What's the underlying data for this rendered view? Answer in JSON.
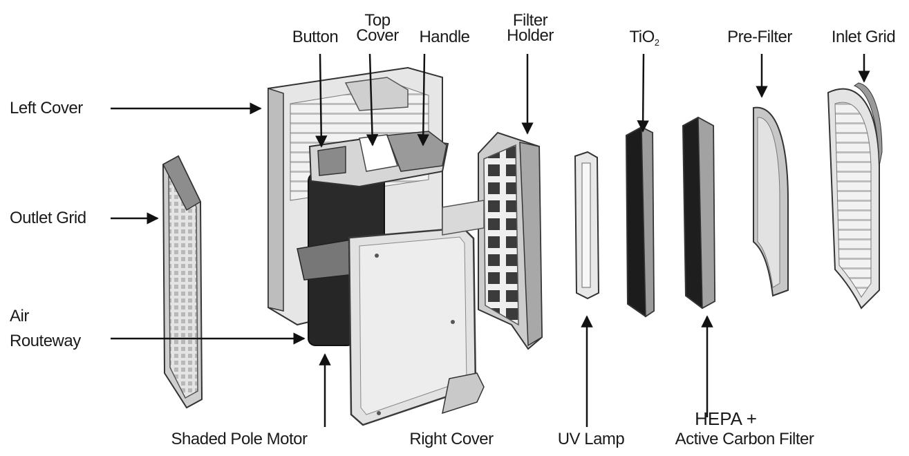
{
  "labels": {
    "button": "Button",
    "top_cover_1": "Top",
    "top_cover_2": "Cover",
    "handle": "Handle",
    "filter_holder_1": "Filter",
    "filter_holder_2": "Holder",
    "tio2_main": "TiO",
    "tio2_sub": "2",
    "pre_filter": "Pre-Filter",
    "inlet_grid": "Inlet Grid",
    "left_cover": "Left Cover",
    "outlet_grid": "Outlet Grid",
    "air_routeway_1": "Air",
    "air_routeway_2": "Routeway",
    "shaded_pole_motor": "Shaded Pole Motor",
    "right_cover": "Right Cover",
    "uv_lamp": "UV Lamp",
    "hepa_1": "HEPA +",
    "hepa_2": "Active Carbon Filter"
  },
  "colors": {
    "line": "#111111",
    "frame": "#3a3a3a",
    "panel_light": "#e9e9e9",
    "panel_mid": "#bdbdbd",
    "panel_dark": "#1c1c1c",
    "motor": "#2a2a2a"
  }
}
